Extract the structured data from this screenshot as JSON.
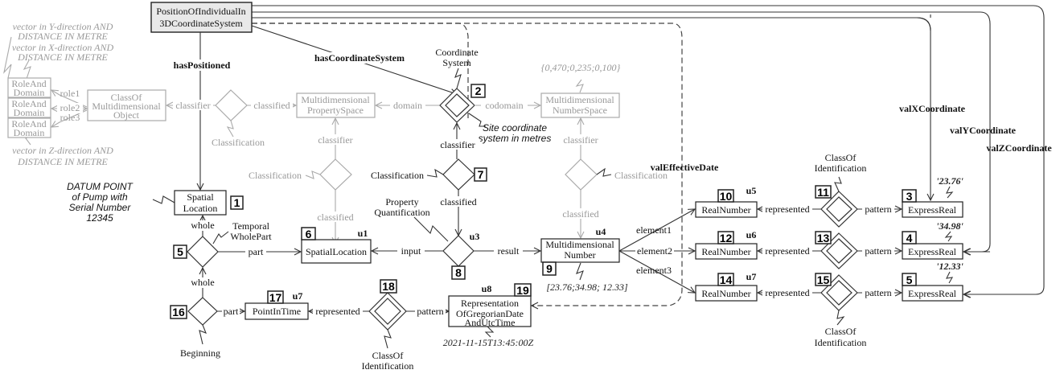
{
  "diagram": {
    "root": {
      "label1": "PositionOfIndividualIn",
      "label2": "3DCoordinateSystem"
    },
    "relations": {
      "hasPositioned": "hasPositioned",
      "hasCoordinateSystem": "hasCoordinateSystem",
      "valXCoordinate": "valXCoordinate",
      "valYCoordinate": "valYCoordinate",
      "valZCoordinate": "valZCoordinate",
      "valEffectiveDate": "valEffectiveDate"
    },
    "grey_notes": {
      "y_vec1": "vector in Y-direction AND",
      "y_vec2": "DISTANCE IN METRE",
      "x_vec1": "vector in X-direction AND",
      "x_vec2": "DISTANCE IN METRE",
      "z_vec1": "vector in Z-direction AND",
      "z_vec2": "DISTANCE IN METRE",
      "range": "{0,470;0,235;0,100}"
    },
    "grey_boxes": {
      "role_and_domain_1": "RoleAnd",
      "role_and_domain_2": "Domain",
      "class_md_object_1": "ClassOf",
      "class_md_object_2": "Multidimensional",
      "class_md_object_3": "Object",
      "md_property_space_1": "Multidimensional",
      "md_property_space_2": "PropertySpace",
      "md_number_space_1": "Multidimensional",
      "md_number_space_2": "NumberSpace"
    },
    "edge_labels": {
      "role1": "role1",
      "role2": "role2",
      "role3": "role3",
      "classifier": "classifier",
      "classified": "classified",
      "domain": "domain",
      "codomain": "codomain",
      "classification": "Classification",
      "whole": "whole",
      "part": "part",
      "input": "input",
      "result": "result",
      "element1": "element1",
      "element2": "element2",
      "element3": "element3",
      "represented": "represented",
      "pattern": "pattern"
    },
    "nodes": {
      "coordinate_system_1": "Coordinate",
      "coordinate_system_2": "System",
      "site_note_1": "Site coordinate",
      "site_note_2": "system in metres",
      "datum_1": "DATUM POINT",
      "datum_2": "of Pump with",
      "datum_3": "Serial Number",
      "datum_4": "12345",
      "spatial_location_1": "Spatial",
      "spatial_location_2": "Location",
      "temporal_wholepart_1": "Temporal",
      "temporal_wholepart_2": "WholePart",
      "spatial_location_u1": "SpatialLocation",
      "property_quant_1": "Property",
      "property_quant_2": "Quantification",
      "md_number_1": "Multidimensional",
      "md_number_2": "Number",
      "md_number_value": "[23.76;34.98; 12.33]",
      "real_number": "RealNumber",
      "express_real": "ExpressReal",
      "class_of_identification_1": "ClassOf",
      "class_of_identification_2": "Identification",
      "point_in_time": "PointInTime",
      "beginning": "Beginning",
      "rep_1": "Representation",
      "rep_2": "OfGregorianDate",
      "rep_3": "AndUtcTime",
      "datetime_value": "2021-11-15T13:45:00Z",
      "x_value": "'23.76'",
      "y_value": "'34.98'",
      "z_value": "'12.33'"
    },
    "numbers": {
      "n1": "1",
      "n2": "2",
      "n3": "3",
      "n4": "4",
      "n5a": "5",
      "n5b": "5",
      "n6": "6",
      "n7": "7",
      "n8": "8",
      "n9": "9",
      "n10": "10",
      "n11": "11",
      "n12": "12",
      "n13": "13",
      "n14": "14",
      "n15": "15",
      "n16": "16",
      "n17": "17",
      "n18": "18",
      "n19": "19"
    },
    "uids": {
      "u1": "u1",
      "u3": "u3",
      "u4": "u4",
      "u5": "u5",
      "u6": "u6",
      "u7a": "u7",
      "u7b": "u7",
      "u8": "u8"
    }
  }
}
